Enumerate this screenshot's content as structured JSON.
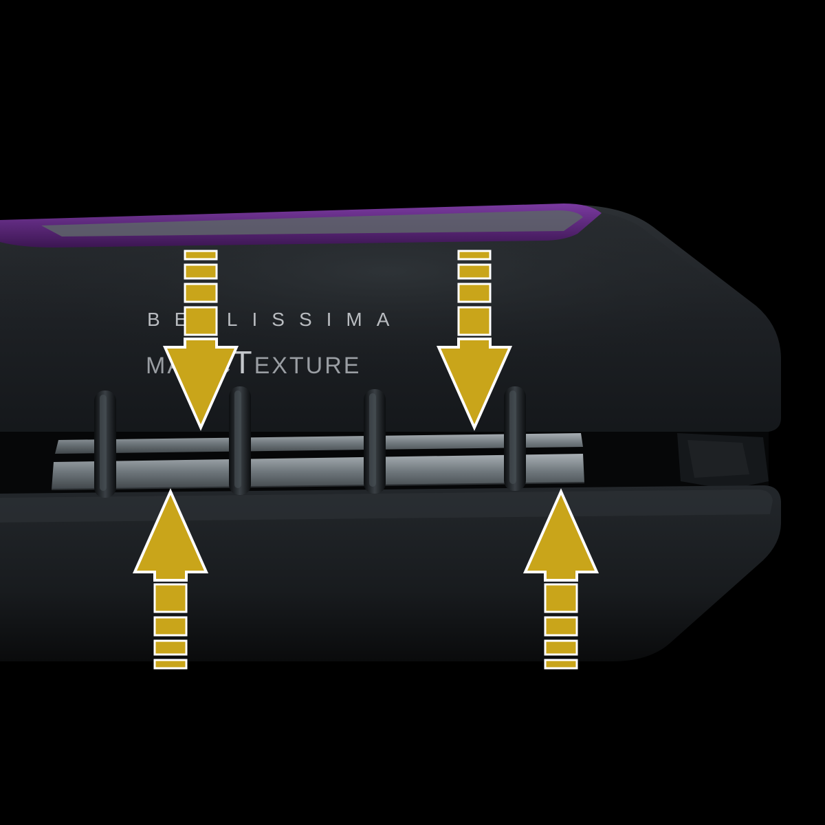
{
  "product": {
    "brand_line_1": "BELLISSIMA",
    "brand_line_2_part_a": "MAGIC",
    "brand_line_2_part_b": "T",
    "brand_line_2_part_c": "EXTURE"
  },
  "colors": {
    "background": "#000000",
    "body": "#1c1f22",
    "accent_stripe": "#5a2a78",
    "plate": "#7d858b",
    "arrow_fill": "#c9a51a",
    "arrow_outline": "#ffffff"
  },
  "illustration": {
    "arrows_down": 2,
    "arrows_up": 2,
    "arrow_icon": "arrow-icon",
    "clip_icon": "hair-guide-clip"
  }
}
